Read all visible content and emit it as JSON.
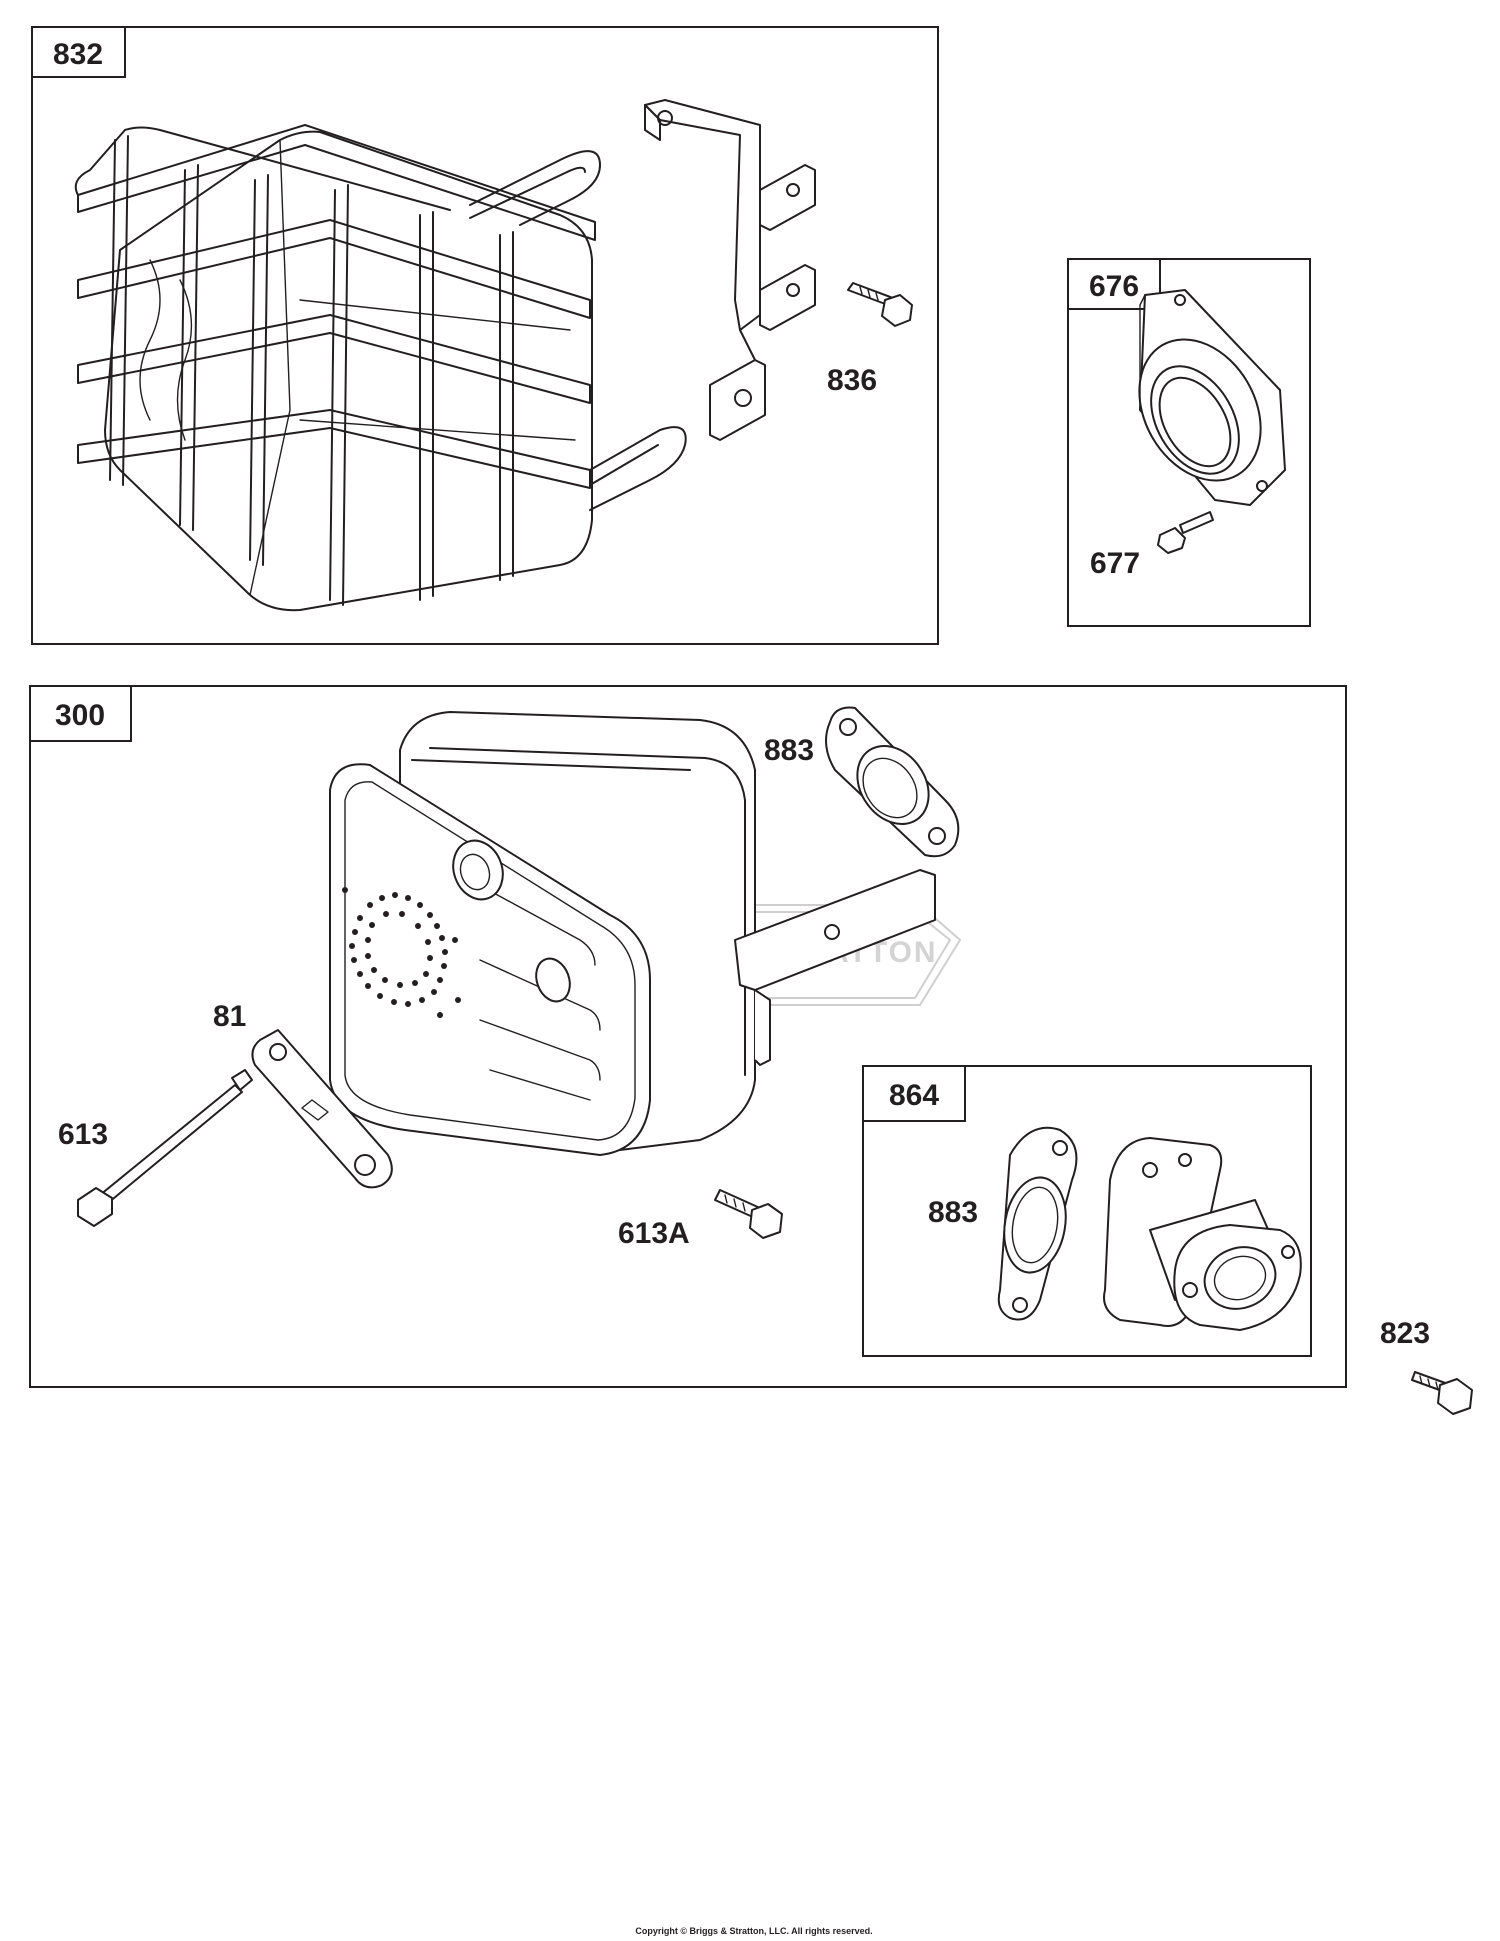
{
  "boxes": {
    "b832": "832",
    "b676": "676",
    "b300": "300",
    "b864": "864"
  },
  "callouts": {
    "c836": "836",
    "c677": "677",
    "c883a": "883",
    "c81": "81",
    "c613": "613",
    "c613a": "613A",
    "c883b": "883",
    "c823": "823"
  },
  "watermark": "BRIGGS & STRATTON",
  "copyright": "Copyright © Briggs & Stratton, LLC. All rights reserved."
}
